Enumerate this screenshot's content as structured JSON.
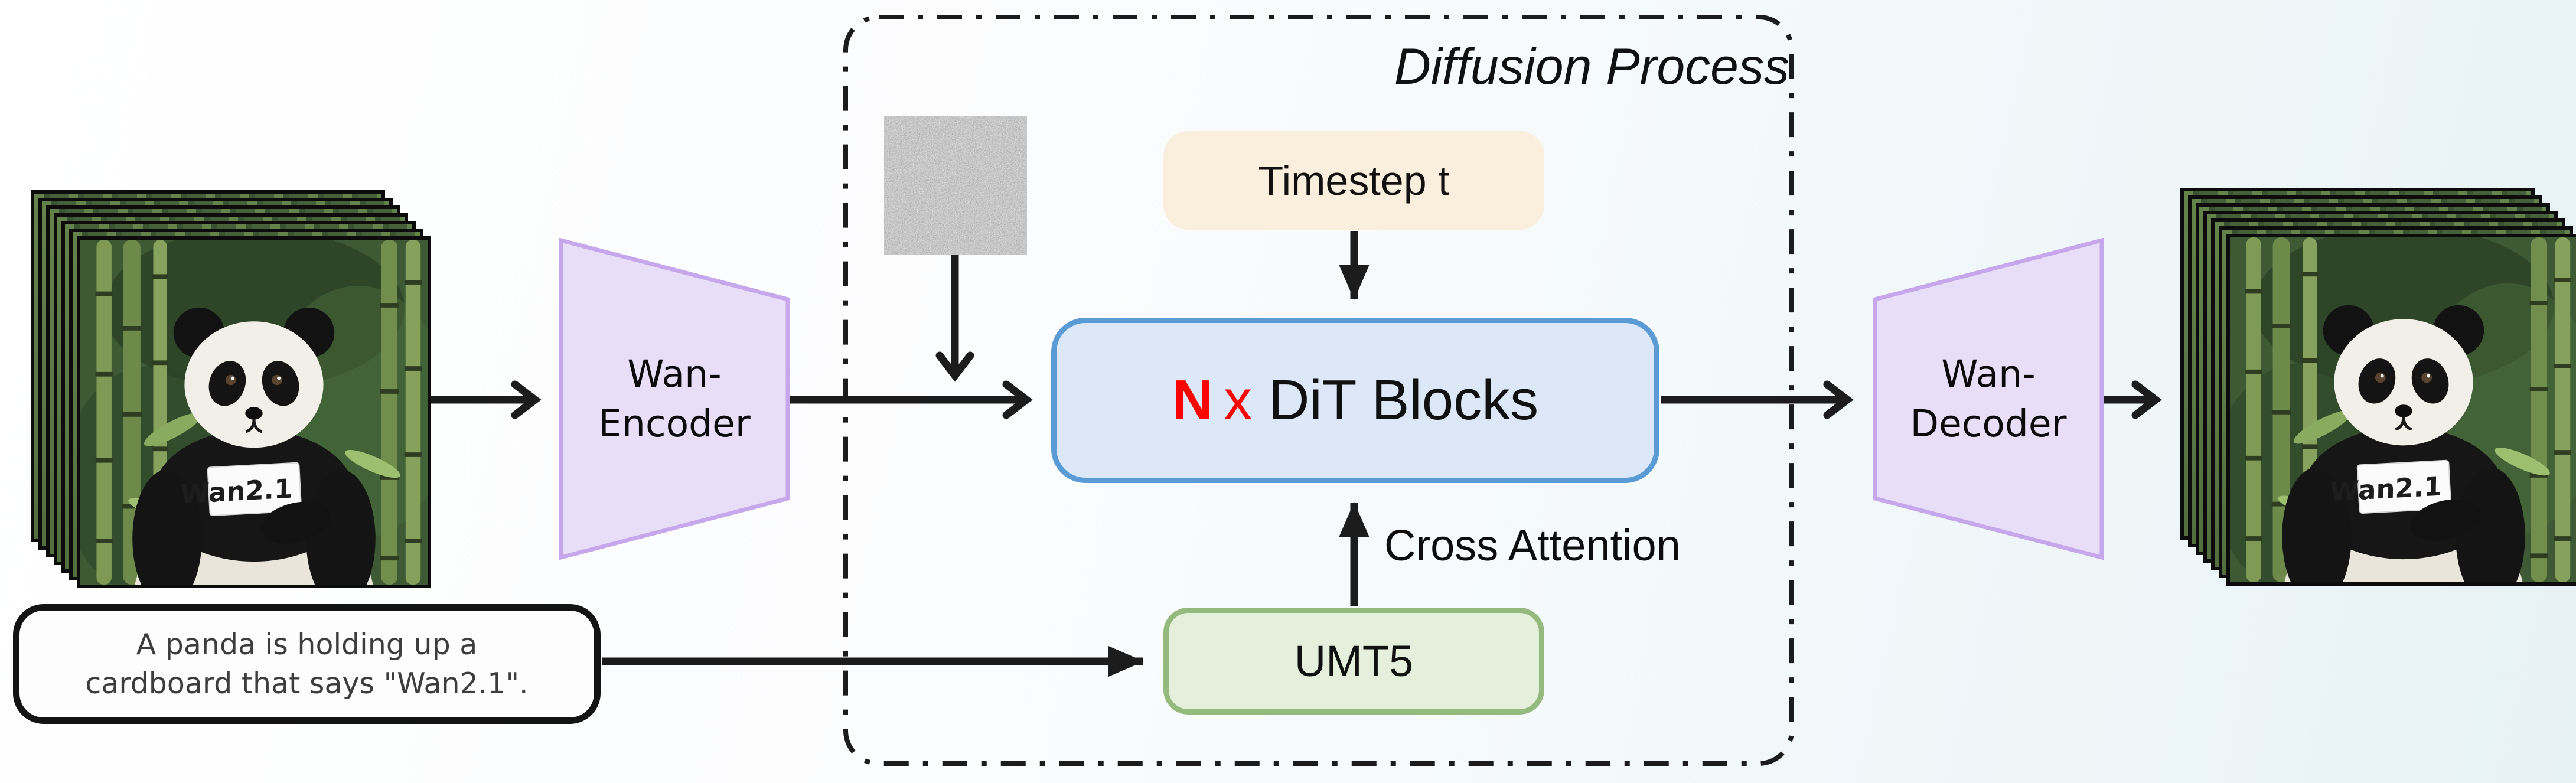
{
  "diagram": {
    "title": "Diffusion Process",
    "prompt_box": {
      "line1": "A panda is holding up a",
      "line2": "cardboard that says \"Wan2.1\"."
    },
    "encoder": {
      "line1": "Wan-",
      "line2": "Encoder"
    },
    "decoder": {
      "line1": "Wan-",
      "line2": "Decoder"
    },
    "timestep": {
      "label": "Timestep t"
    },
    "dit": {
      "n": "N",
      "x": "x",
      "label": "DiT Blocks"
    },
    "umt5": {
      "label": "UMT5"
    },
    "cross_attention_label": "Cross Attention",
    "panda_sign": "Wan2.1",
    "colors": {
      "line": "#1c1c1c",
      "timestep_fill": "#faeedc",
      "dit_fill": "#dce8f7",
      "dit_border": "#5b9bd5",
      "dit_n_red": "#fe0000",
      "umt5_fill": "#e4efdc",
      "umt5_border": "#94bb7d",
      "vae_fill": "#e9def7",
      "vae_border": "#c7a7ec"
    }
  }
}
